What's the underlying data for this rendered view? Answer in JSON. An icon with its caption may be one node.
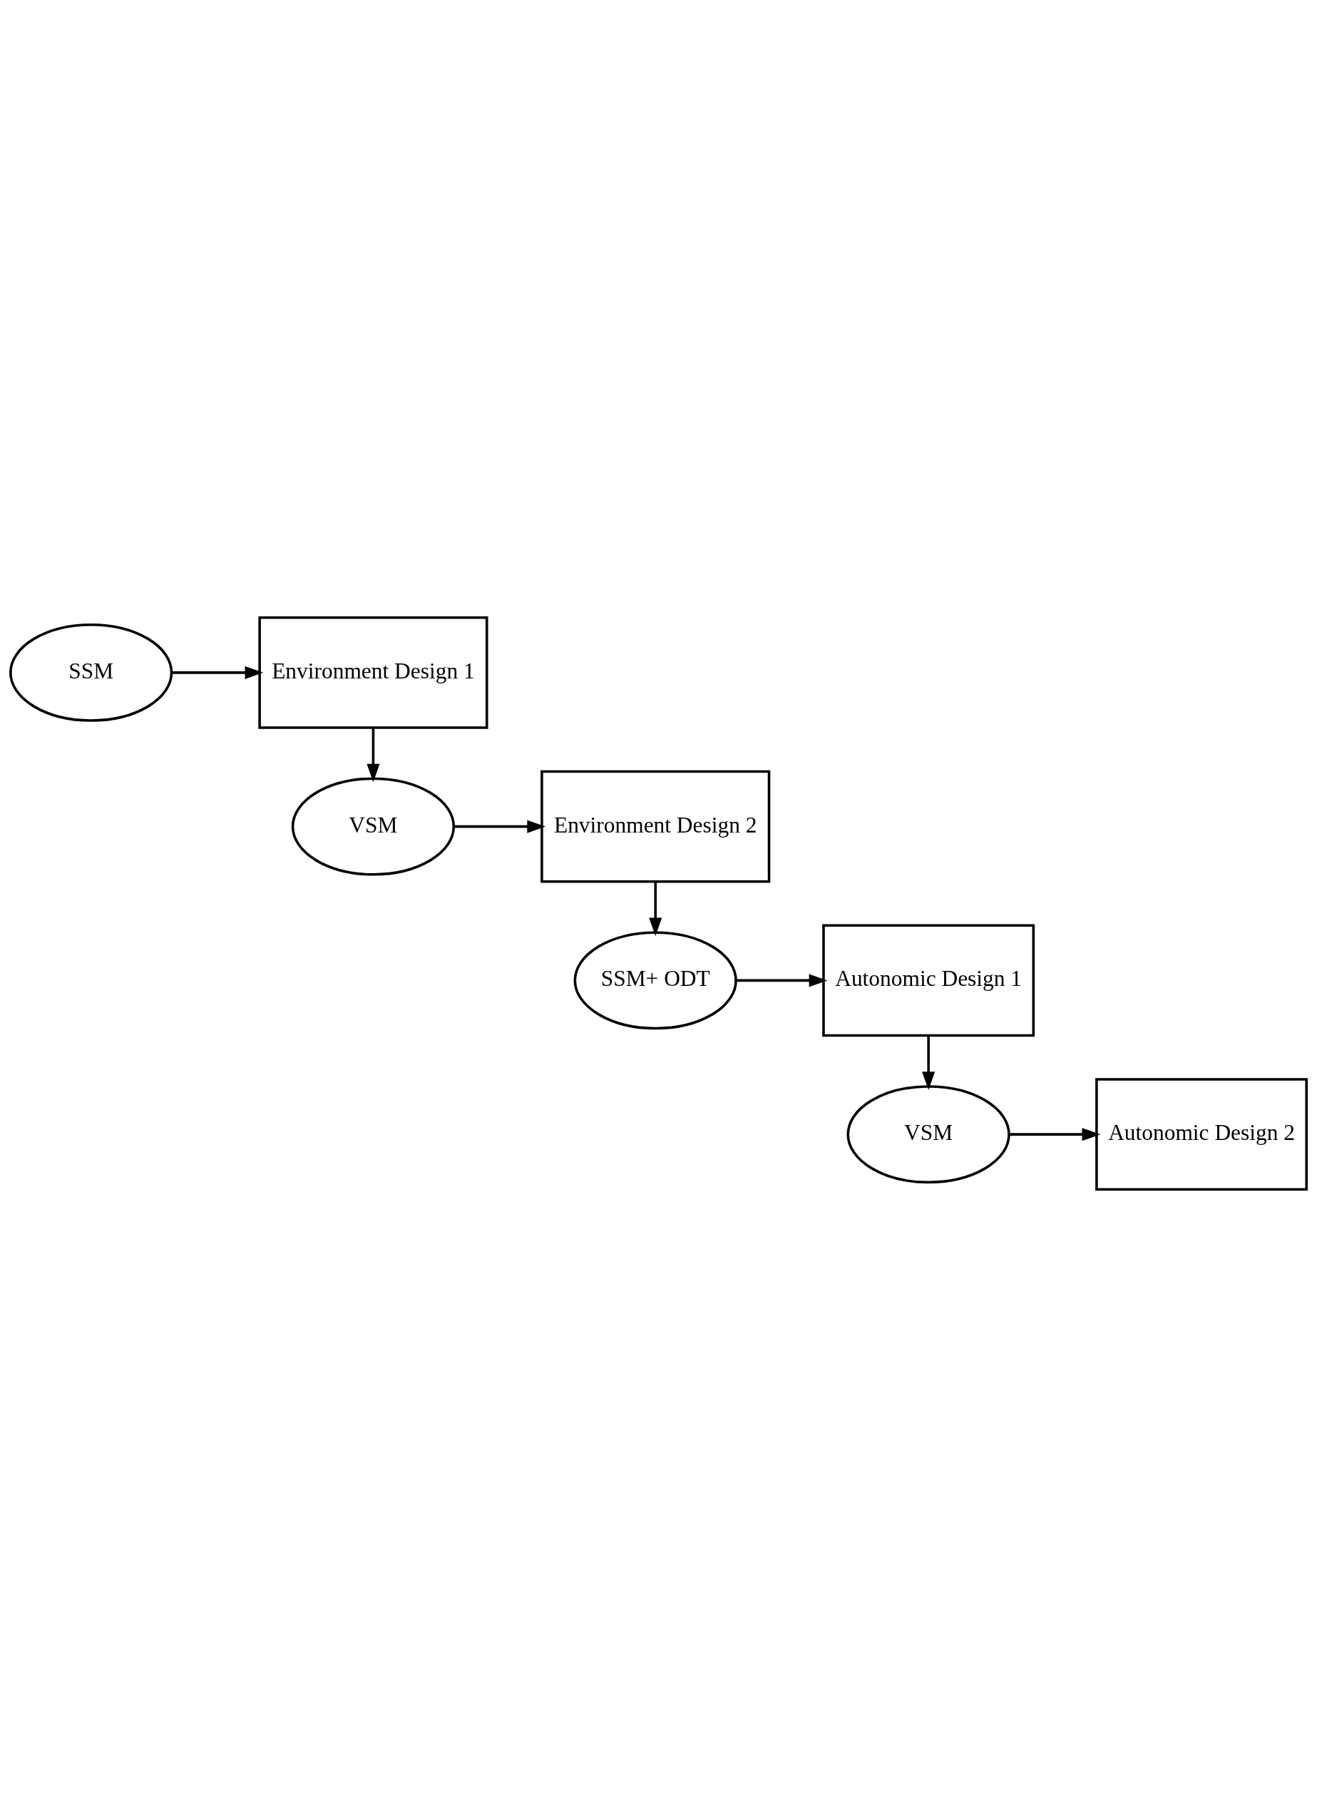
{
  "diagram": {
    "nodes": [
      {
        "text": [
          "SSM"
        ]
      },
      {
        "text": [
          "Environment Design 1"
        ]
      },
      {
        "text": [
          "VSM"
        ]
      },
      {
        "text": [
          "Environment Design 2"
        ]
      },
      {
        "text": [
          "SSM+ ODT"
        ]
      },
      {
        "text": [
          "Autonomic Design 1"
        ]
      },
      {
        "text": [
          "VSM"
        ]
      },
      {
        "text": [
          "Autonomic Design 2"
        ]
      }
    ],
    "edges": [
      {
        "from": 0,
        "to": 1,
        "arrow": "to"
      },
      {
        "from": 1,
        "to": 2,
        "arrow": "to"
      },
      {
        "from": 2,
        "to": 3,
        "arrow": "to"
      },
      {
        "from": 3,
        "to": 4,
        "arrow": "to"
      },
      {
        "from": 4,
        "to": 5,
        "arrow": "to"
      },
      {
        "from": 5,
        "to": 6,
        "arrow": "to"
      },
      {
        "from": 6,
        "to": 7,
        "arrow": "to"
      }
    ]
  }
}
